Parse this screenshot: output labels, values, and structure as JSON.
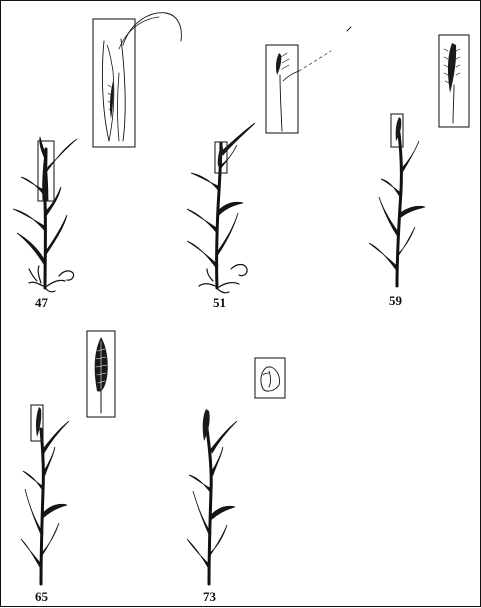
{
  "figure": {
    "stages": [
      {
        "code": "47"
      },
      {
        "code": "51"
      },
      {
        "code": "59"
      },
      {
        "code": "65"
      },
      {
        "code": "73"
      }
    ]
  }
}
